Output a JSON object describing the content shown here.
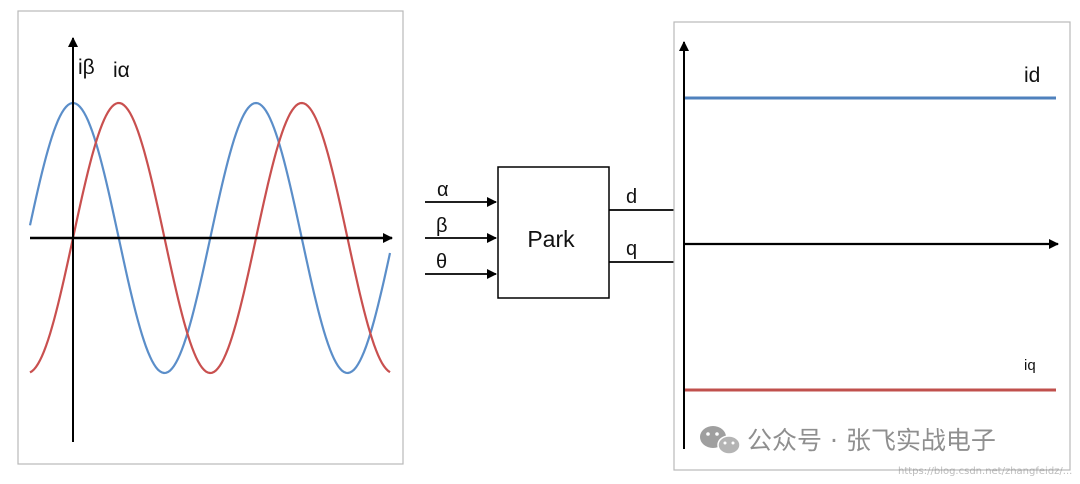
{
  "left_panel": {
    "labels": {
      "ibeta": "iβ",
      "ialpha": "iα"
    },
    "colors": {
      "ibeta": "#5b8ec9",
      "ialpha": "#c9504f",
      "axis": "#000000"
    }
  },
  "block": {
    "title": "Park",
    "inputs": [
      "α",
      "β",
      "θ"
    ],
    "outputs": [
      "d",
      "q"
    ]
  },
  "right_panel": {
    "labels": {
      "id": "id",
      "iq": "iq"
    },
    "colors": {
      "id": "#4f81bd",
      "iq": "#c0504d",
      "axis": "#000000"
    }
  },
  "watermark": {
    "text": "公众号 · 张飞实战电子",
    "url": "https://blog.csdn.net/zhangfeidz/..."
  }
}
